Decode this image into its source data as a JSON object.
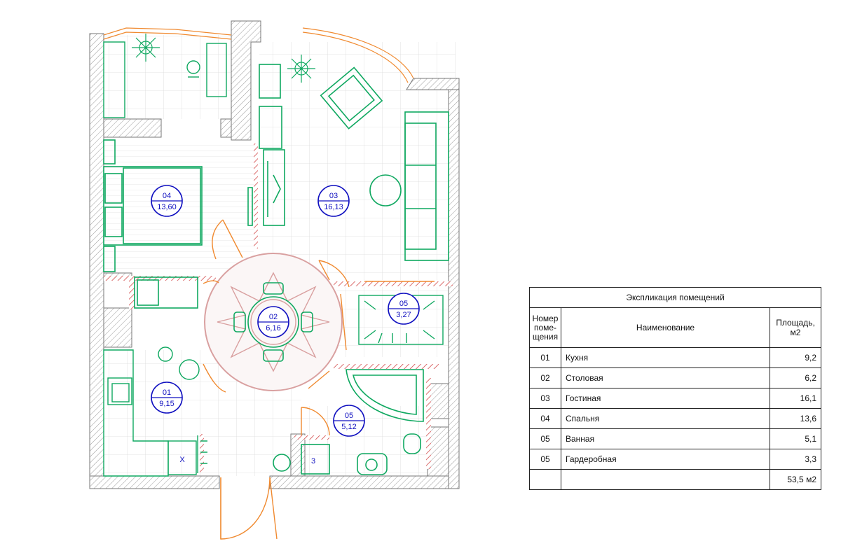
{
  "rooms": [
    {
      "num": "04",
      "area": "13,60"
    },
    {
      "num": "03",
      "area": "16,13"
    },
    {
      "num": "02",
      "area": "6,16"
    },
    {
      "num": "05",
      "area": "3,27"
    },
    {
      "num": "01",
      "area": "9,15"
    },
    {
      "num": "05",
      "area": "5,12"
    }
  ],
  "closet_label": "3",
  "stove_label": "X",
  "colors": {
    "wall_hatch": "#8a8a8a",
    "furniture": "#0fa860",
    "door": "#f08a30",
    "brick": "#d24a4a",
    "tag": "#1010c0",
    "carpet": "#d9a0a0"
  },
  "explication": {
    "title": "Экспликация помещений",
    "col_num": "Номер помещения",
    "col_num_lines": [
      "Номер",
      "поме-",
      "щения"
    ],
    "col_name": "Наименование",
    "col_area_lines": [
      "Площадь,",
      "м2"
    ],
    "rows": [
      {
        "num": "01",
        "name": "Кухня",
        "area": "9,2"
      },
      {
        "num": "02",
        "name": "Столовая",
        "area": "6,2"
      },
      {
        "num": "03",
        "name": "Гостиная",
        "area": "16,1"
      },
      {
        "num": "04",
        "name": "Спальня",
        "area": "13,6"
      },
      {
        "num": "05",
        "name": "Ванная",
        "area": "5,1"
      },
      {
        "num": "05",
        "name": "Гардеробная",
        "area": "3,3"
      }
    ],
    "total": "53,5 м2"
  }
}
